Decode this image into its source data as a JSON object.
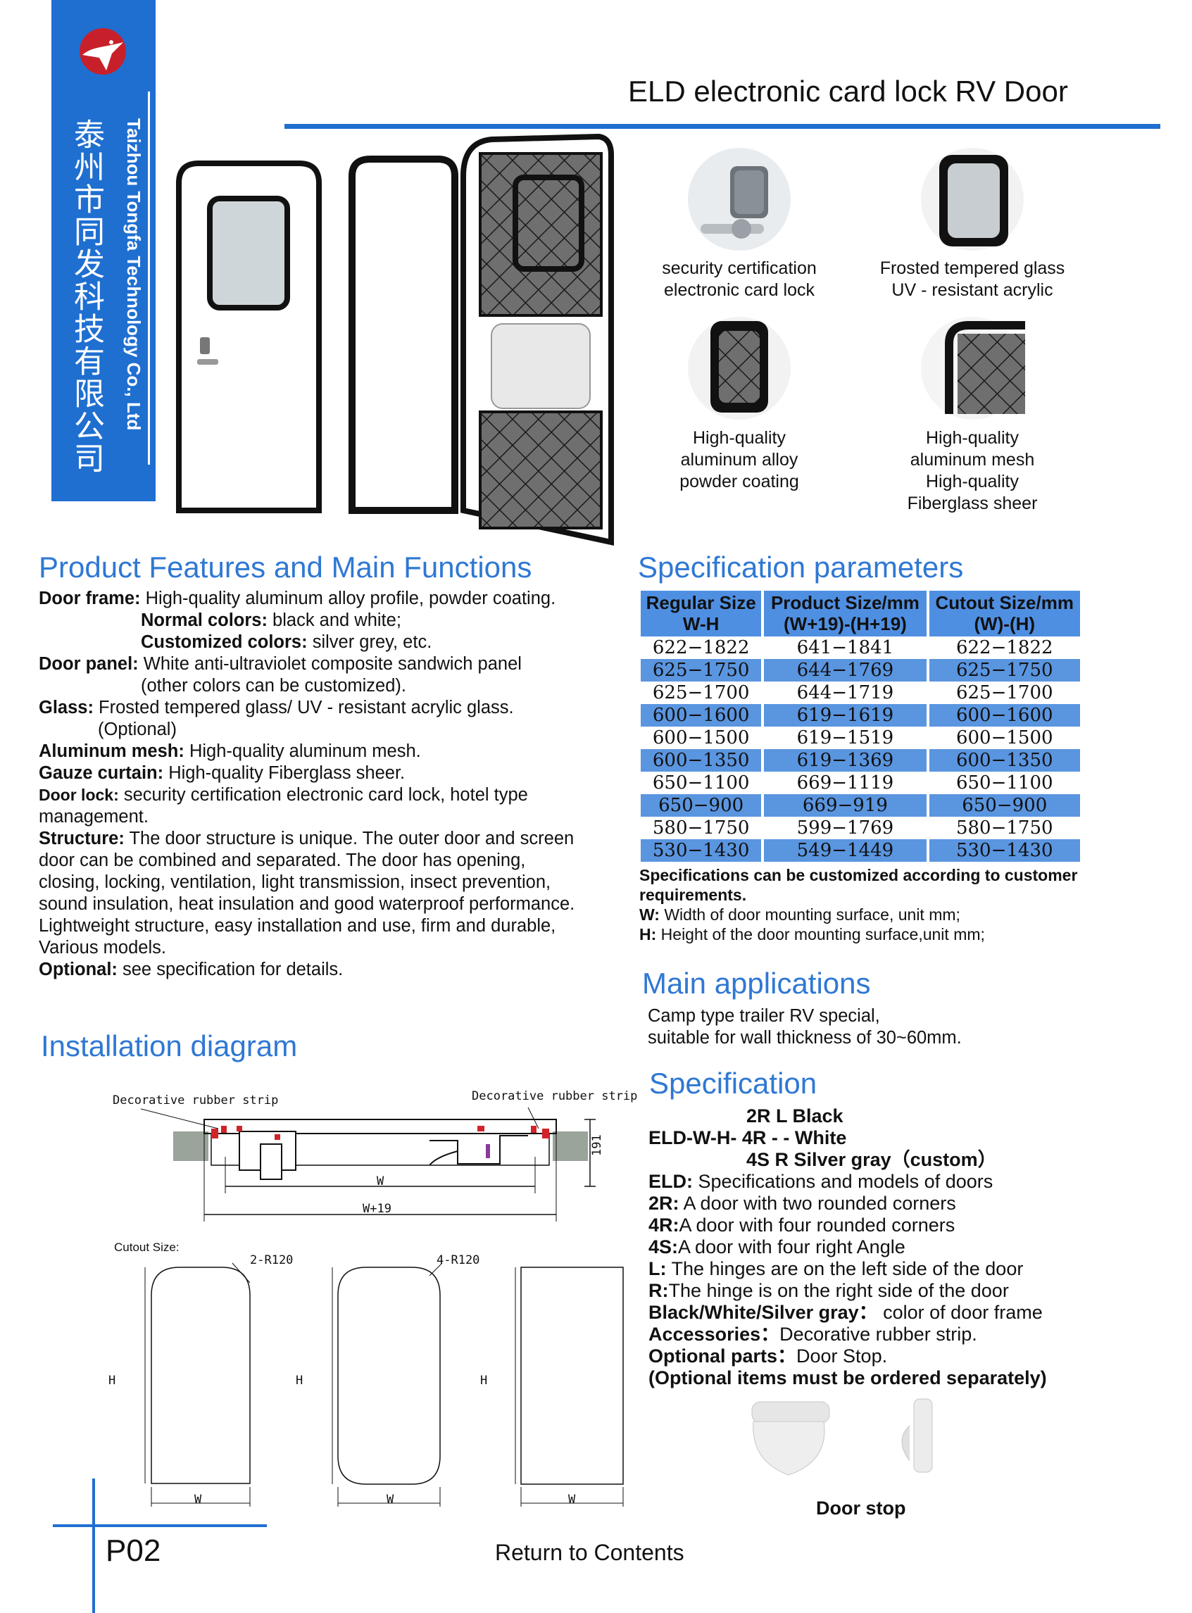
{
  "brand": {
    "name_cn": "泰州市同发科技有限公司",
    "name_en": "Taizhou Tongfa Technology Co., Ltd",
    "logo_icon": "company-logo-icon",
    "accent_color": "#1f6fd1"
  },
  "page_title": "ELD electronic card lock RV Door",
  "features_thumbs": [
    {
      "icon": "card-lock-photo",
      "lines": [
        "security certification",
        "electronic card lock"
      ]
    },
    {
      "icon": "frosted-glass-photo",
      "lines": [
        "Frosted tempered glass",
        "UV - resistant acrylic"
      ]
    },
    {
      "icon": "aluminum-frame-photo",
      "lines": [
        "High-quality",
        "aluminum alloy",
        "powder coating"
      ]
    },
    {
      "icon": "mesh-screen-photo",
      "lines": [
        "High-quality",
        "aluminum mesh",
        "High-quality",
        "Fiberglass sheer"
      ]
    }
  ],
  "product_features": {
    "heading": "Product Features and Main Functions",
    "door_frame_label": "Door frame:",
    "door_frame_text": " High-quality aluminum alloy profile, powder coating.",
    "normal_colors_label": "Normal colors:",
    "normal_colors_text": " black and white;",
    "custom_colors_label": "Customized colors:",
    "custom_colors_text": "  silver grey, etc.",
    "door_panel_label": "Door panel:",
    "door_panel_text": " White anti-ultraviolet composite sandwich panel",
    "door_panel_text2": "(other colors can be customized).",
    "glass_label": "Glass:",
    "glass_text": " Frosted tempered glass/ UV - resistant acrylic glass.",
    "glass_text2": "(Optional)",
    "mesh_label": "Aluminum mesh:",
    "mesh_text": " High-quality aluminum mesh.",
    "gauze_label": "Gauze curtain:",
    "gauze_text": " High-quality Fiberglass sheer.",
    "lock_label": "Door lock:",
    "lock_text": " security certification electronic card lock, hotel type",
    "lock_text2": "management.",
    "structure_label": "Structure:",
    "structure_lines": [
      " The door structure is unique. The outer door and screen",
      "door can be combined and separated. The door has opening,",
      "closing, locking, ventilation, light transmission, insect prevention,",
      "sound insulation, heat insulation and good waterproof performance.",
      " Lightweight structure, easy installation and use, firm and durable,",
      "Various models."
    ],
    "optional_label": "Optional:",
    "optional_text": " see specification for details."
  },
  "spec_params": {
    "heading": "Specification parameters",
    "columns": [
      [
        "Regular Size",
        "W-H"
      ],
      [
        "Product Size/mm",
        "(W+19)-(H+19)"
      ],
      [
        "Cutout Size/mm",
        "(W)-(H)"
      ]
    ],
    "rows": [
      [
        "622−1822",
        "641−1841",
        "622−1822"
      ],
      [
        "625−1750",
        "644−1769",
        "625−1750"
      ],
      [
        "625−1700",
        "644−1719",
        "625−1700"
      ],
      [
        "600−1600",
        "619−1619",
        "600−1600"
      ],
      [
        "600−1500",
        "619−1519",
        "600−1500"
      ],
      [
        "600−1350",
        "619−1369",
        "600−1350"
      ],
      [
        "650−1100",
        "669−1119",
        "650−1100"
      ],
      [
        "650−900",
        "669−919",
        "650−900"
      ],
      [
        "580−1750",
        "599−1769",
        "580−1750"
      ],
      [
        "530−1430",
        "549−1449",
        "530−1430"
      ]
    ],
    "note1": "Specifications can be customized according to customer",
    "note1b": "requirements.",
    "w_label": "W:",
    "w_text": " Width of door mounting surface, unit mm;",
    "h_label": "H:",
    "h_text": " Height of the door mounting surface,unit mm;",
    "row_alt_color": "#5a95e0",
    "header_color": "#4f8fe2"
  },
  "main_applications": {
    "heading": "Main applications",
    "lines": [
      "Camp type trailer RV special,",
      "suitable for wall thickness of 30~60mm."
    ]
  },
  "installation": {
    "heading": "Installation diagram",
    "left_strip": "Decorative rubber strip",
    "right_strip": "Decorative rubber strip",
    "dim_191": "191",
    "dim_w": "W",
    "dim_w19": "W+19",
    "cutout_label": "Cutout Size:",
    "radius_2": "2-R120",
    "radius_4": "4-R120",
    "h_label": "H",
    "w_label": "W"
  },
  "specification": {
    "heading": "Specification",
    "code_line1": "2R  L Black",
    "code_line2": "ELD-W-H- 4R -  - White",
    "code_line3": "4S  R Silver gray（custom）",
    "items": [
      {
        "label": "ELD:",
        "text": " Specifications and models of doors"
      },
      {
        "label": "2R:",
        "text": " A door with two rounded corners"
      },
      {
        "label": "4R:",
        "text": "A door with four rounded corners"
      },
      {
        "label": "4S:",
        "text": "A door with four right Angle"
      },
      {
        "label": "L:",
        "text": " The hinges are on the left side of the door"
      },
      {
        "label": "R:",
        "text": "The hinge is on the right side of the door"
      },
      {
        "label": "Black/White/Silver gray：",
        "text": " color of door frame"
      },
      {
        "label": "Accessories：",
        "text": "Decorative rubber strip."
      },
      {
        "label": "Optional parts：",
        "text": "Door Stop."
      }
    ],
    "optional_note": "(Optional items must be ordered separately)"
  },
  "door_stop_caption": "Door stop",
  "footer": {
    "page_number": "P02",
    "return_link": "Return to Contents"
  }
}
